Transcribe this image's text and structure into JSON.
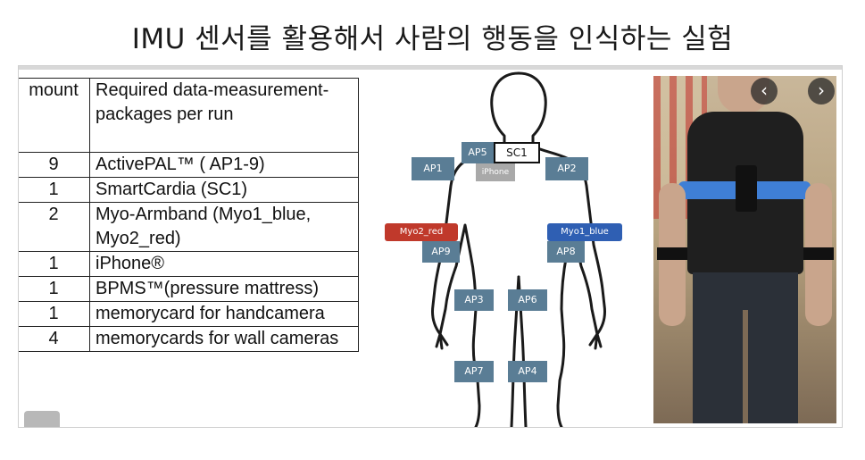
{
  "title": "IMU 센서를 활용해서 사람의 행동을 인식하는 실험",
  "table": {
    "header": {
      "amount": "mount",
      "desc": "Required data-measurement-packages per run"
    },
    "rows": [
      {
        "amount": "9",
        "desc": "ActivePAL™ ( AP1-9)"
      },
      {
        "amount": "1",
        "desc": "SmartCardia (SC1)"
      },
      {
        "amount": "2",
        "desc": "Myo-Armband (Myo1_blue, Myo2_red)"
      },
      {
        "amount": "1",
        "desc": "iPhone®"
      },
      {
        "amount": "1",
        "desc": "BPMS™(pressure mattress)"
      },
      {
        "amount": "1",
        "desc": "memorycard for handcamera"
      },
      {
        "amount": "4",
        "desc": "memorycards for wall cameras"
      }
    ]
  },
  "sensors": {
    "ap5": "AP5",
    "sc1": "SC1",
    "iphone": "iPhone",
    "ap1": "AP1",
    "ap2": "AP2",
    "myo2": "Myo2_red",
    "myo1": "Myo1_blue",
    "ap9": "AP9",
    "ap8": "AP8",
    "ap3": "AP3",
    "ap6": "AP6",
    "ap7": "AP7",
    "ap4": "AP4"
  },
  "colors": {
    "sensor": "#5a7d95",
    "myo_red": "#c0392b",
    "myo_blue": "#2f5fb3",
    "iphone": "#a9a9a9"
  },
  "nav": {
    "prev": "‹",
    "next": "›"
  },
  "icons": [
    "chevron-left-icon",
    "chevron-right-icon"
  ]
}
